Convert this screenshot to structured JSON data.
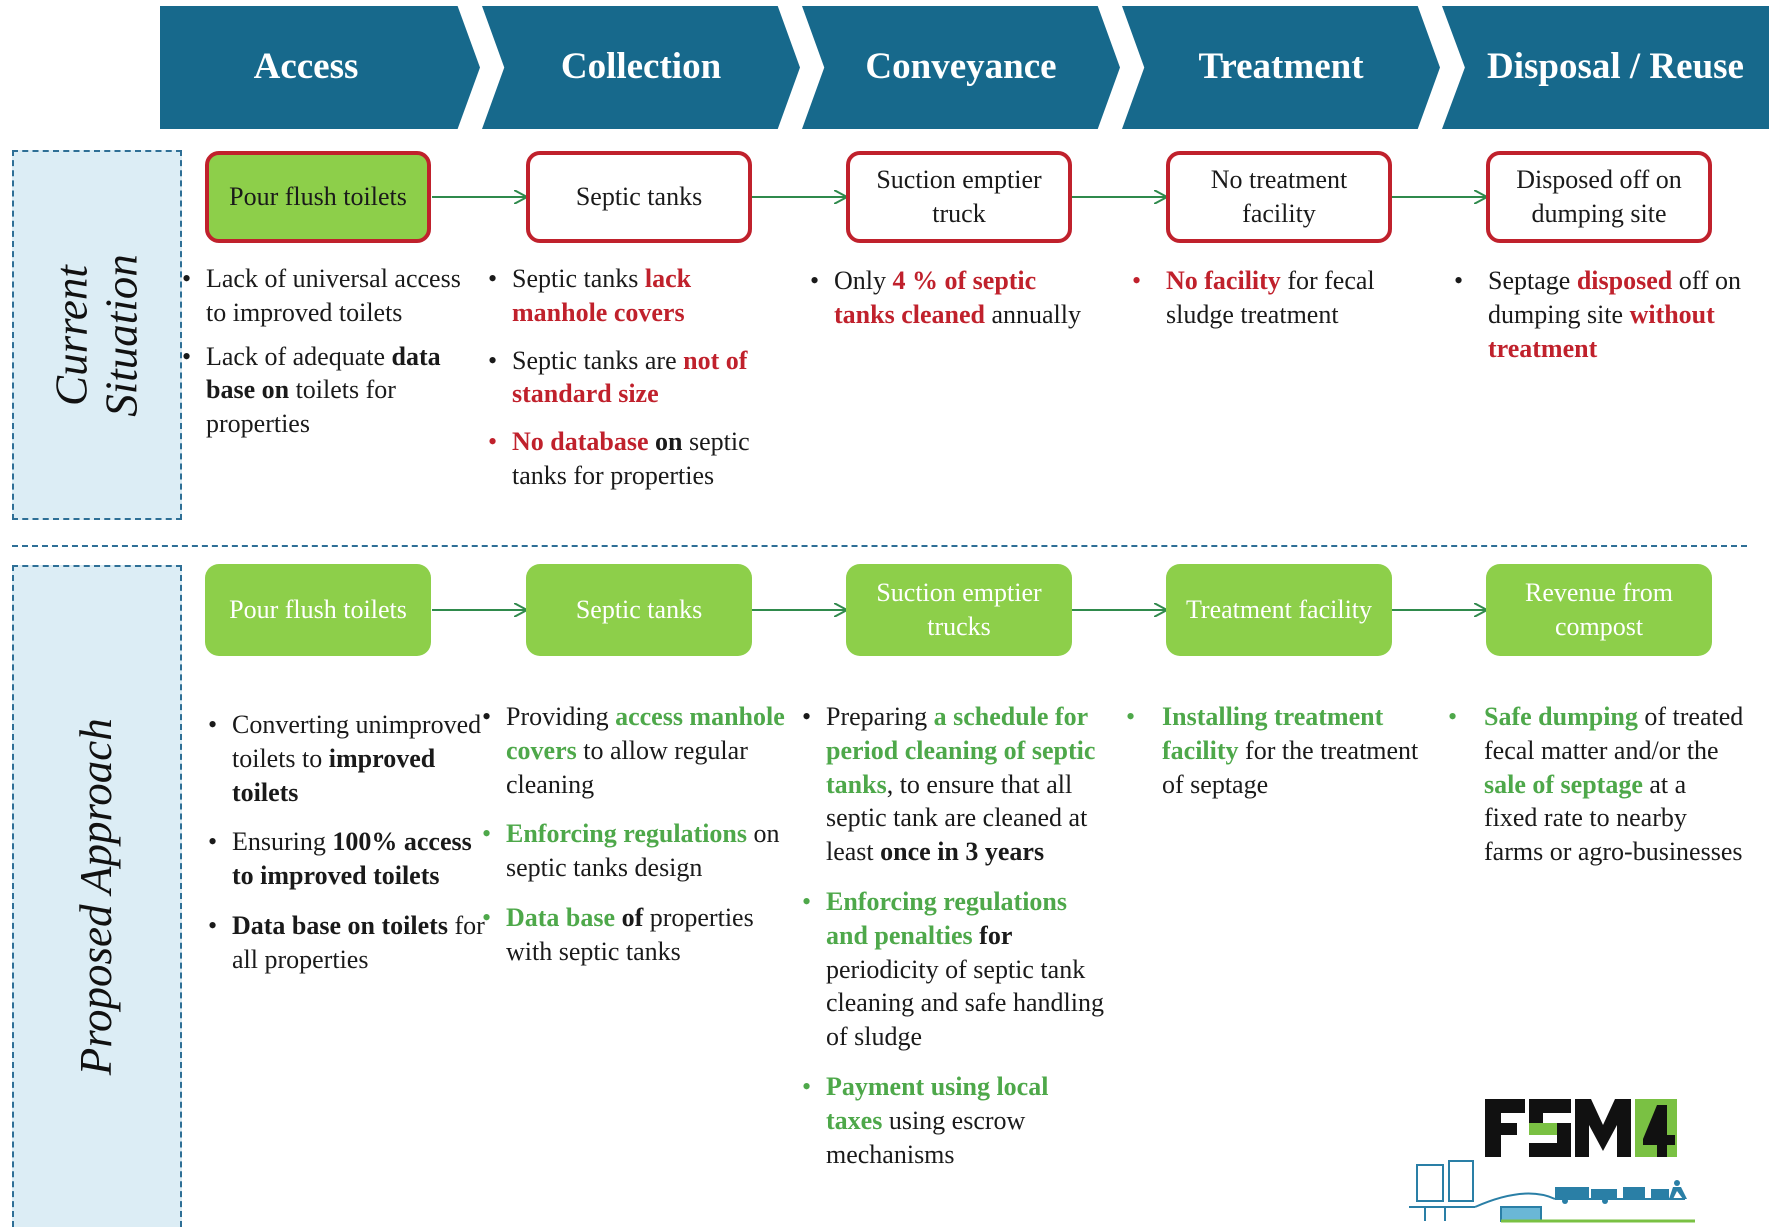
{
  "stages": [
    "Access",
    "Collection",
    "Conveyance",
    "Treatment",
    "Disposal / Reuse"
  ],
  "sections": {
    "current": "Current Situation",
    "proposed": "Proposed Approach"
  },
  "current_boxes": [
    "Pour flush toilets",
    "Septic tanks",
    "Suction emptier truck",
    "No treatment facility",
    "Disposed off on dumping site"
  ],
  "proposed_boxes": [
    "Pour flush toilets",
    "Septic tanks",
    "Suction emptier trucks",
    "Treatment facility",
    "Revenue from compost"
  ],
  "current_text": {
    "access": [
      [
        "Lack of universal access to improved toilets"
      ],
      [
        "Lack of adequate ",
        "data base  on",
        " toilets for properties"
      ]
    ],
    "collection": [
      [
        "Septic tanks ",
        "lack manhole covers"
      ],
      [
        "Septic tanks are ",
        "not of standard size"
      ],
      [
        "No database",
        " on",
        " septic tanks for properties"
      ]
    ],
    "conveyance": [
      [
        "Only ",
        "4 % of septic tanks cleaned",
        " annually"
      ]
    ],
    "treatment": [
      [
        "No facility",
        " for fecal sludge treatment"
      ]
    ],
    "disposal": [
      [
        "Septage ",
        "disposed",
        " off on dumping site ",
        "without treatment"
      ]
    ]
  },
  "proposed_text": {
    "access": [
      [
        "Converting unimproved toilets to ",
        "improved toilets"
      ],
      [
        "Ensuring ",
        "100% access to improved toilets"
      ],
      [
        "Data base on toilets",
        " for all properties"
      ]
    ],
    "collection": [
      [
        "Providing ",
        "access manhole covers",
        " to allow regular cleaning"
      ],
      [
        "Enforcing regulations",
        " on septic tanks design"
      ],
      [
        "Data base ",
        " of",
        " properties with septic tanks"
      ]
    ],
    "conveyance": [
      [
        "Preparing ",
        "a schedule for period cleaning of septic tanks",
        ", to ensure that all septic tank are cleaned at least ",
        "once in 3 years"
      ],
      [
        "Enforcing regulations and penalties",
        " for",
        " periodicity of septic tank cleaning and safe handling of sludge"
      ],
      [
        "Payment using local taxes",
        "  using escrow mechanisms"
      ]
    ],
    "treatment": [
      [
        "Installing treatment facility",
        " for the treatment of septage"
      ]
    ],
    "disposal": [
      [
        "Safe dumping",
        " of treated fecal matter and/or the ",
        "sale of septage",
        " at a fixed rate to nearby farms or agro-businesses"
      ]
    ]
  },
  "logo": {
    "text": "FSM4",
    "icon": "fsm4-logo-icon"
  },
  "colors": {
    "header": "#17698c",
    "red": "#c0212c",
    "green": "#4ea84a",
    "box_green": "#8dcf4a",
    "side_bg": "#dcedf5"
  }
}
